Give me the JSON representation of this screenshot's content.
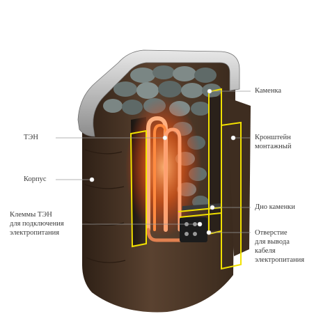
{
  "labels": {
    "kamenka": "Каменка",
    "ten": "ТЭН",
    "bracket": "Кронштейн\nмонтажный",
    "body": "Корпус",
    "terminals": "Клеммы ТЭН\nдля подключения\nэлектропитания",
    "bottom": "Дно каменки",
    "cable_hole": "Отверстие\nдля вывода\nкабеля\nэлектропитания"
  },
  "colors": {
    "callout_line": "#9a9a9a",
    "callout_dot": "#ffffff",
    "highlight": "#f2e100",
    "shell": "#4a3424",
    "stones": "#6f7b78",
    "heater_glow": "#ff6a1a"
  }
}
